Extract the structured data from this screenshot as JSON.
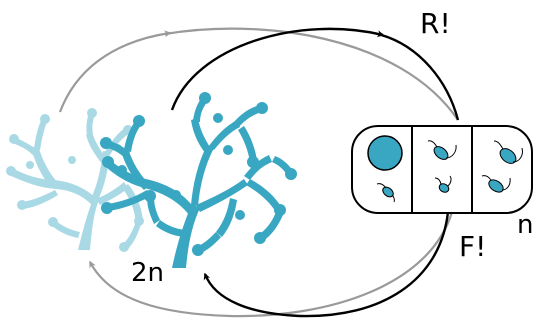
{
  "labels": {
    "release": "R!",
    "fertilization": "F!",
    "diploid": "2n",
    "haploid": "n"
  },
  "colors": {
    "diploid_thallus": "#3aa7c2",
    "ghost_thallus": "#aad9e6",
    "black_arrow": "#000000",
    "grey_arrow": "#9a9a9a",
    "cell_fill": "#3aa7c2",
    "outline": "#000000"
  },
  "icons": {
    "thallus": "branching-seaweed-icon",
    "sporangium": "three-compartment-sporangium-icon",
    "zoospore": "flagellated-spore-icon"
  }
}
